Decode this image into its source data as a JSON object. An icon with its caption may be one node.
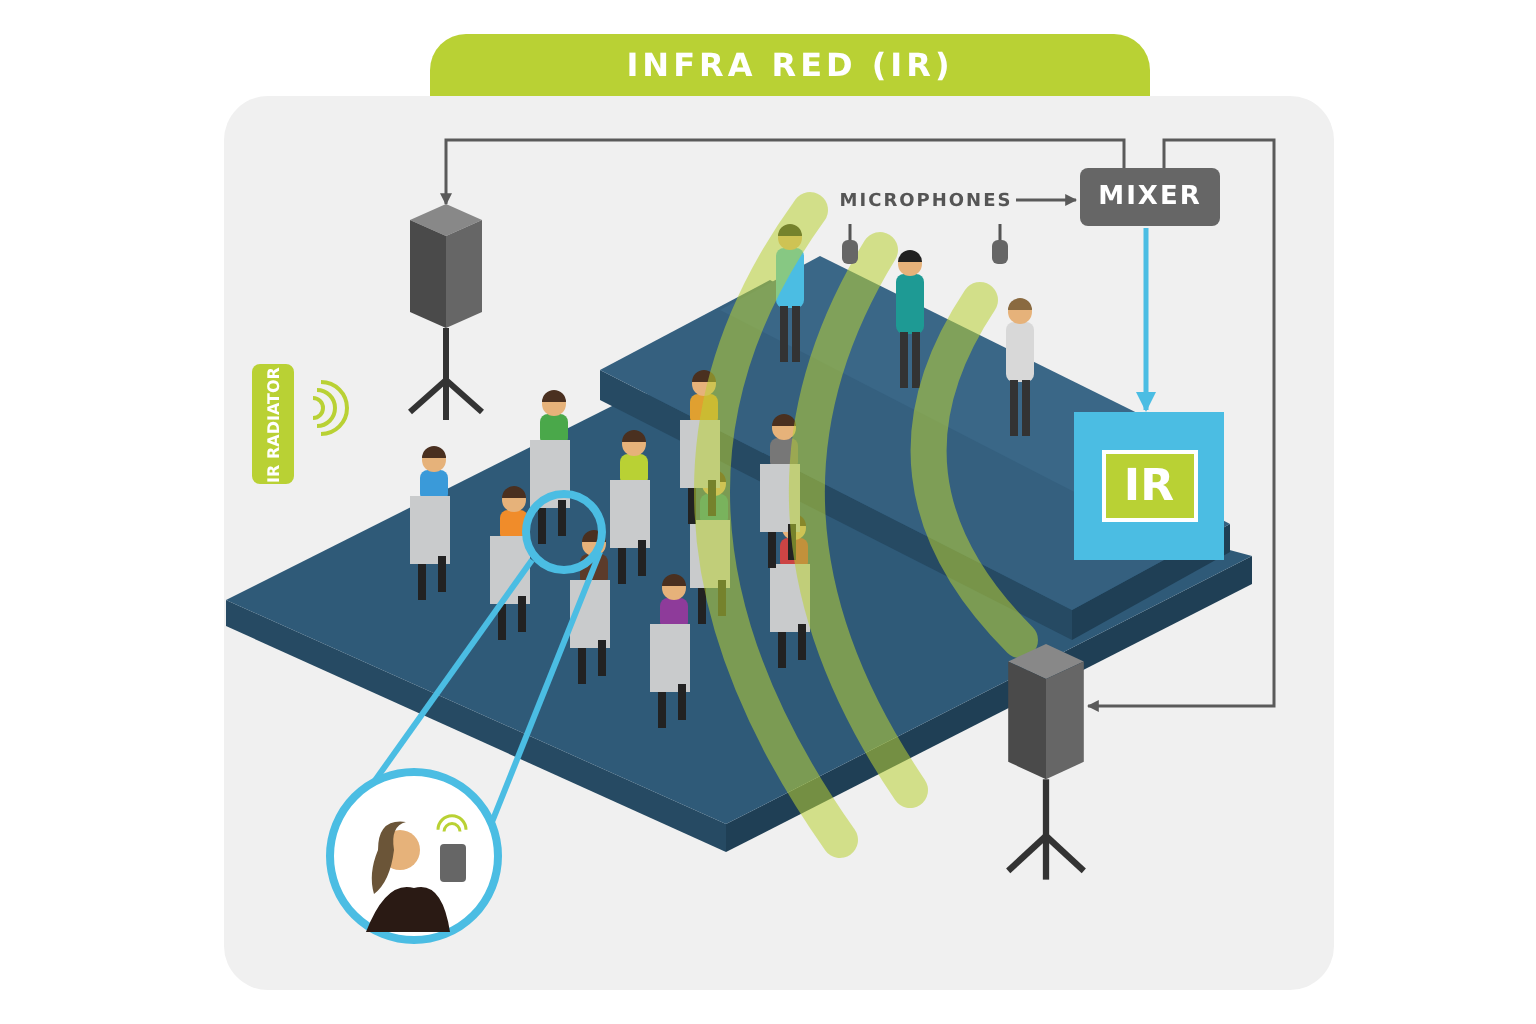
{
  "diagram": {
    "title": "INFRA RED (IR)",
    "nodes": [
      {
        "text": [
          "MIXER"
        ]
      },
      {
        "text": [],
        "shape": "picture"
      },
      {
        "text": [],
        "shape": "picture"
      },
      {
        "text": [
          "IR"
        ]
      },
      {
        "text": [
          "MICROPHONES"
        ]
      },
      {
        "text": [
          "IR RADIATOR"
        ]
      }
    ],
    "edges": [
      {
        "from": 0,
        "to": 1,
        "arrow": "to"
      },
      {
        "from": 0,
        "to": 2,
        "arrow": "to"
      },
      {
        "from": 0,
        "to": 3,
        "arrow": "to",
        "color": "#4bbde3"
      },
      {
        "from": 4,
        "to": 0,
        "arrow": "to"
      }
    ]
  }
}
